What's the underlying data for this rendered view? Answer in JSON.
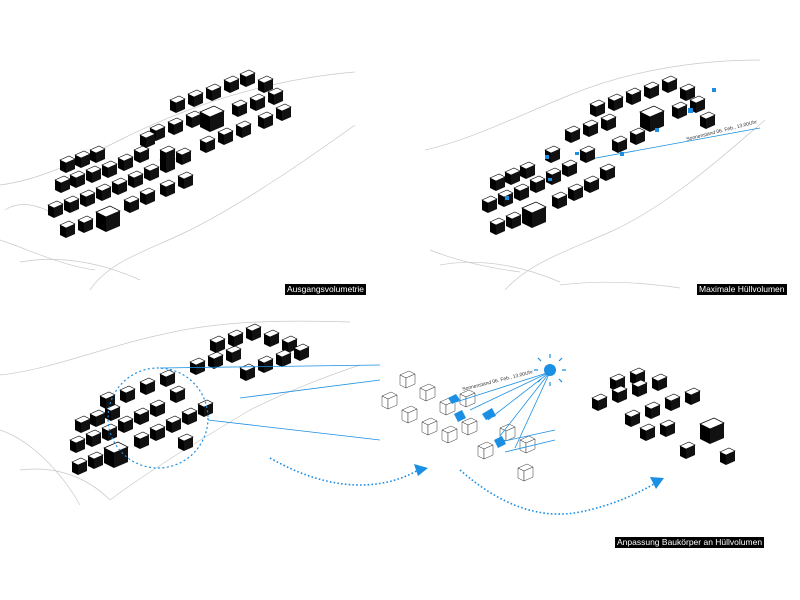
{
  "captions": {
    "initial_volumes": "Ausgangsvolumetrie",
    "max_envelope": "Maximale Hüllvolumen",
    "adaptation": "Anpassung Baukörper an Hüllvolumen"
  },
  "sun_labels": {
    "top_right": "Sonnenstand 06. Feb., 13.00Uhr",
    "bottom_center": "Sonnenstand 06. Feb., 13.00Uhr"
  },
  "colors": {
    "accent_blue": "#1a8fe3",
    "building_fill": "#000000",
    "building_roof": "#ffffff",
    "context_lines": "#c9c9c9"
  },
  "icons": {
    "sun": "sun-icon",
    "flow_arrow": "dotted-curved-arrow"
  }
}
